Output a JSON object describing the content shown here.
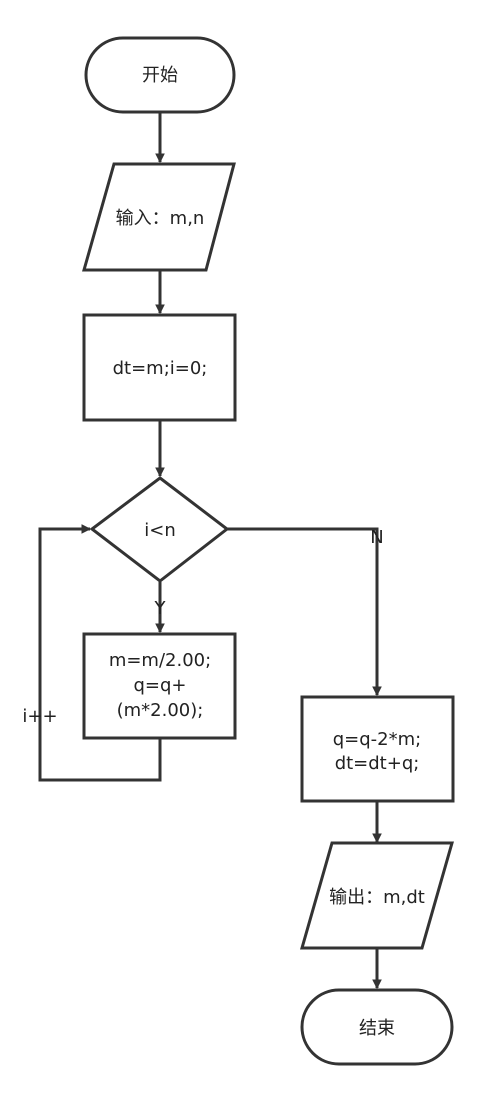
{
  "diagram": {
    "type": "flowchart",
    "colors": {
      "stroke": "#333333",
      "fill": "#ffffff",
      "text": "#222222"
    },
    "nodes": {
      "start": {
        "shape": "terminator",
        "lines": [
          "开始"
        ]
      },
      "input": {
        "shape": "parallelogram",
        "lines": [
          "输入：m,n"
        ]
      },
      "init": {
        "shape": "process",
        "lines": [
          "dt=m;i=0;"
        ]
      },
      "cond": {
        "shape": "decision",
        "lines": [
          "i<n"
        ]
      },
      "body": {
        "shape": "process",
        "lines": [
          "m=m/2.00;",
          "q=q+",
          "(m*2.00);"
        ]
      },
      "calc": {
        "shape": "process",
        "lines": [
          "q=q-2*m;",
          "dt=dt+q;"
        ]
      },
      "output": {
        "shape": "parallelogram",
        "lines": [
          "输出：m,dt"
        ]
      },
      "end": {
        "shape": "terminator",
        "lines": [
          "结束"
        ]
      }
    },
    "edges": {
      "start_input": {
        "from": "start",
        "to": "input",
        "label": ""
      },
      "input_init": {
        "from": "input",
        "to": "init",
        "label": ""
      },
      "init_cond": {
        "from": "init",
        "to": "cond",
        "label": ""
      },
      "cond_body": {
        "from": "cond",
        "to": "body",
        "label": "Y"
      },
      "body_cond": {
        "from": "body",
        "to": "cond",
        "label": "i++"
      },
      "cond_calc": {
        "from": "cond",
        "to": "calc",
        "label": "N"
      },
      "calc_output": {
        "from": "calc",
        "to": "output",
        "label": ""
      },
      "output_end": {
        "from": "output",
        "to": "end",
        "label": ""
      }
    }
  }
}
